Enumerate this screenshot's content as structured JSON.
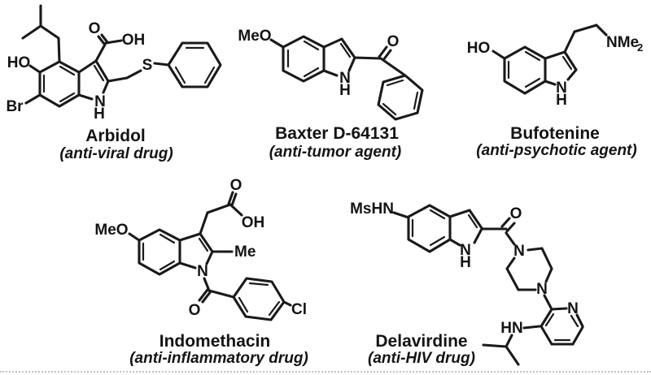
{
  "background_color": "#ffffff",
  "ink_color": "#1a1a1a",
  "compounds": [
    {
      "name": "Arbidol",
      "role": "(anti-viral drug)",
      "atoms": {
        "ho": "HO",
        "br": "Br",
        "o": "O",
        "oh": "OH",
        "s": "S",
        "n": "N",
        "h": "H"
      }
    },
    {
      "name": "Baxter D-64131",
      "role": "(anti-tumor agent)",
      "atoms": {
        "meo": "MeO",
        "o": "O",
        "n": "N",
        "h": "H"
      }
    },
    {
      "name": "Bufotenine",
      "role": "(anti-psychotic agent)",
      "atoms": {
        "ho": "HO",
        "n": "N",
        "h": "H",
        "nme": "NMe",
        "nme_sub": "2"
      }
    },
    {
      "name": "Indomethacin",
      "role": "(anti-inflammatory drug)",
      "atoms": {
        "meo": "MeO",
        "o_acid": "O",
        "oh": "OH",
        "me": "Me",
        "n": "N",
        "o_amide": "O",
        "cl": "Cl"
      }
    },
    {
      "name": "Delavirdine",
      "role": "(anti-HIV drug)",
      "atoms": {
        "mshn": "MsHN",
        "o": "O",
        "n_indole": "N",
        "h_indole": "H",
        "n_piperazine_top": "N",
        "n_piperazine_bottom": "N",
        "n_pyridine": "N",
        "hn": "HN"
      }
    }
  ]
}
